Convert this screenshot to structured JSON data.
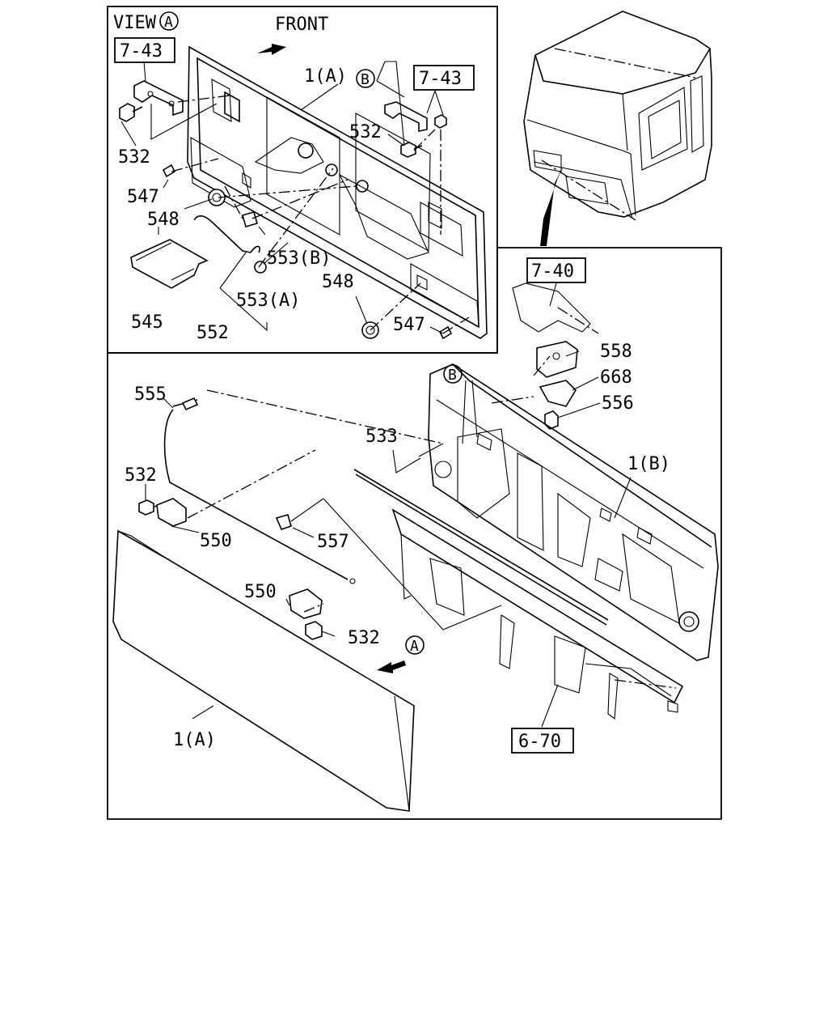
{
  "view": {
    "prefix": "VIEW",
    "letter": "A"
  },
  "front_label": "FRONT",
  "refs": {
    "r743_left": "7-43",
    "r743_right": "7-43",
    "r740": "7-40",
    "r670": "6-70"
  },
  "circles": {
    "b_top": "B",
    "b_main": "B",
    "a_main": "A"
  },
  "labels": {
    "p1a_top": "1(A)",
    "p532_tl": "532",
    "p532_tr": "532",
    "p547_l": "547",
    "p548_l": "548",
    "p553b": "553(B)",
    "p548_r": "548",
    "p553a": "553(A)",
    "p545": "545",
    "p552": "552",
    "p547_r": "547",
    "p558": "558",
    "p668": "668",
    "p556": "556",
    "p555": "555",
    "p533": "533",
    "p1b": "1(B)",
    "p532_ml": "532",
    "p550_l": "550",
    "p557": "557",
    "p550_c": "550",
    "p532_c": "532",
    "p1a_bottom": "1(A)"
  }
}
